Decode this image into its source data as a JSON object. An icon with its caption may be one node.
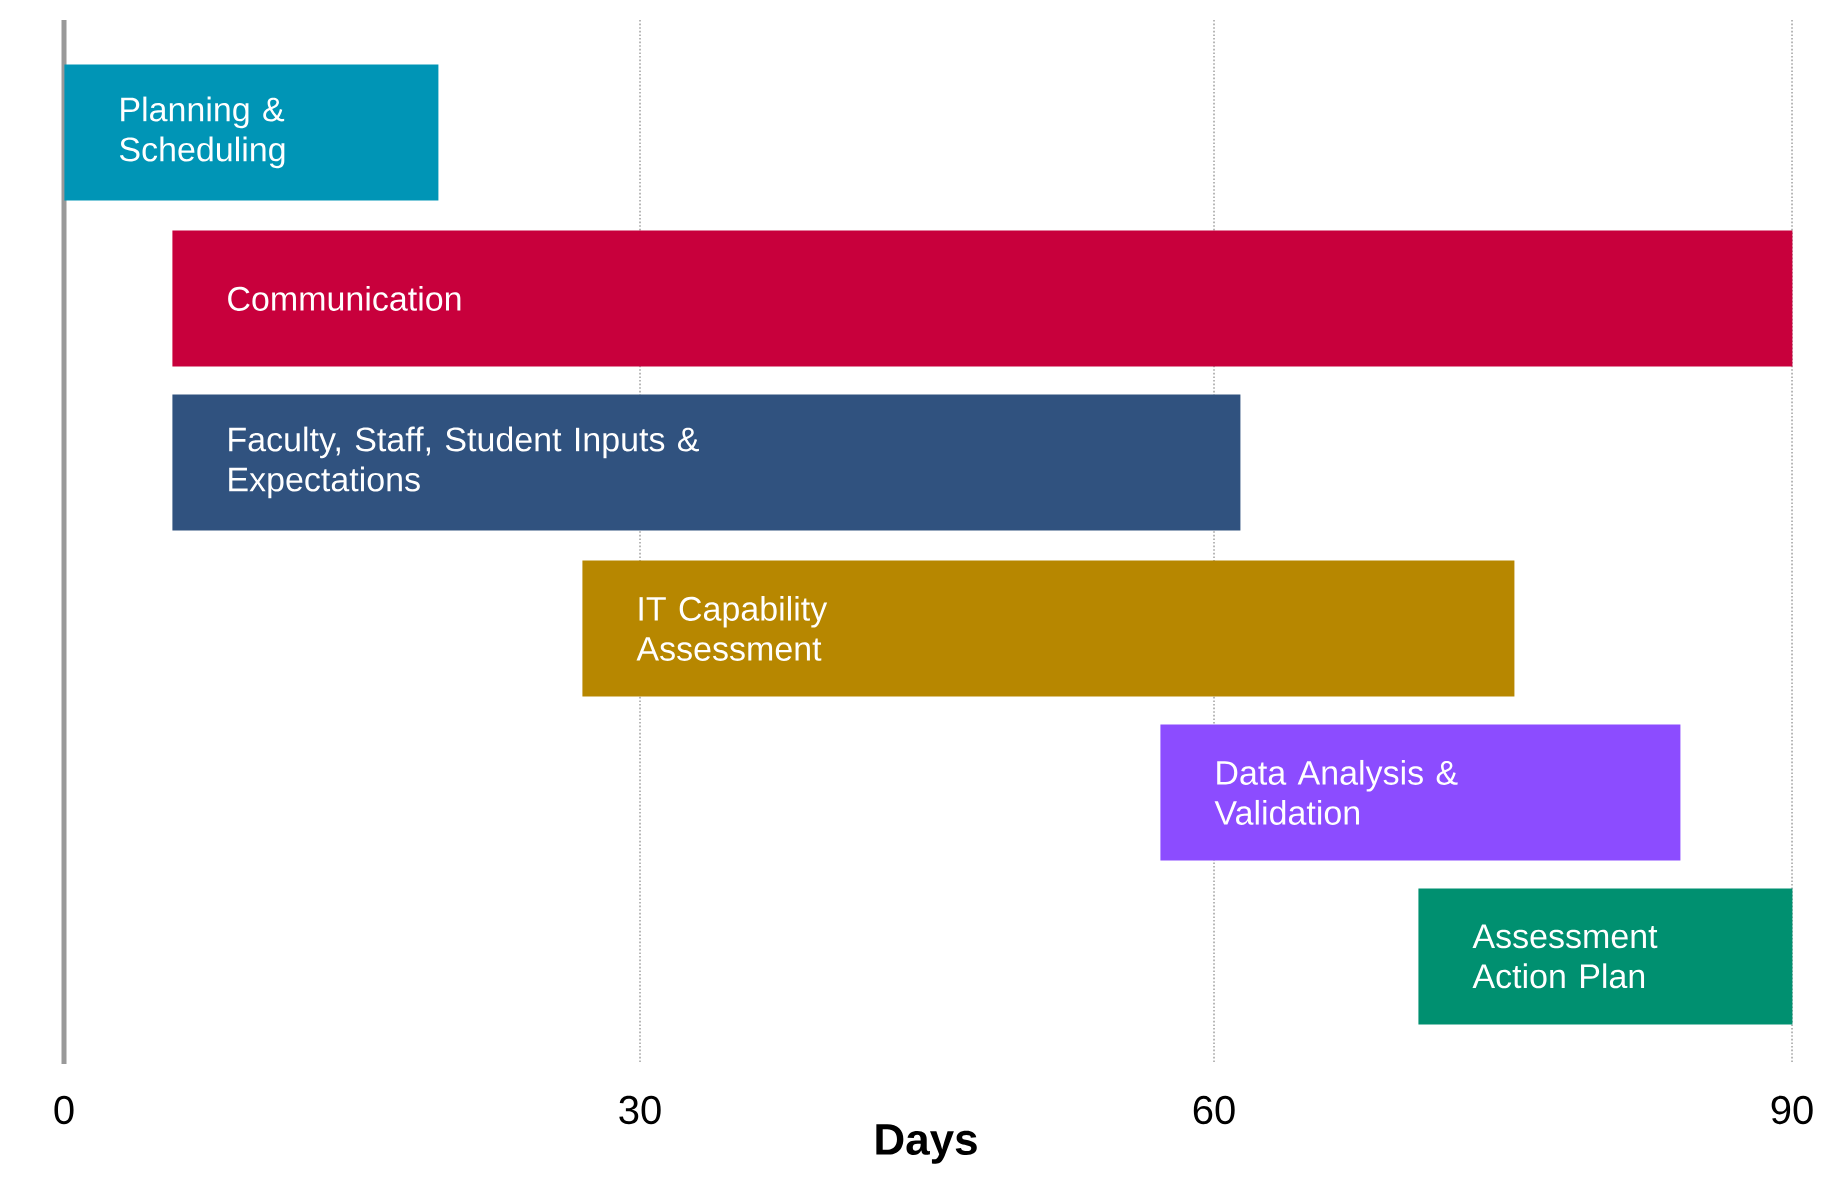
{
  "diagram": {
    "nodes": [
      {
        "text": [
          "Planning & Scheduling"
        ]
      },
      {
        "text": [
          "Communication"
        ]
      },
      {
        "text": [
          "Faculty, Staff, Student Inputs & Expectations"
        ]
      },
      {
        "text": [
          "IT Capability Assessment"
        ]
      },
      {
        "text": [
          "Data Analysis & Validation"
        ]
      },
      {
        "text": [
          "Assessment Action Plan"
        ]
      }
    ],
    "labels": [
      "0",
      "30",
      "60",
      "90",
      "Days"
    ]
  }
}
